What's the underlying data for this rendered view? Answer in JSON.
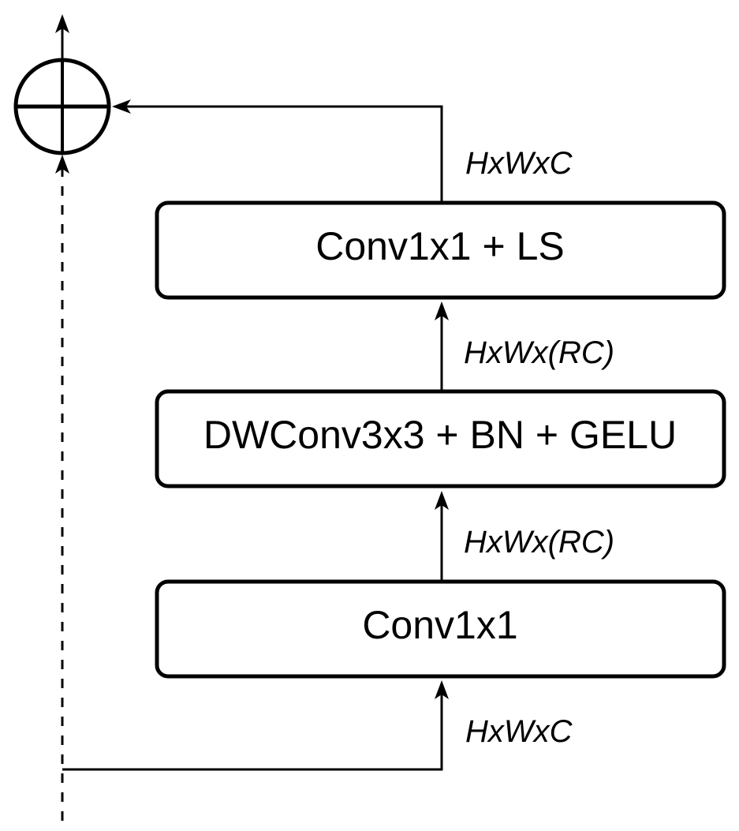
{
  "diagram": {
    "type": "residual-block",
    "blocks": [
      {
        "id": "conv1x1-ls",
        "label": "Conv1x1 + LS"
      },
      {
        "id": "dwconv",
        "label": "DWConv3x3 + BN + GELU"
      },
      {
        "id": "conv1x1",
        "label": "Conv1x1"
      }
    ],
    "edge_labels": {
      "input": "HxWxC",
      "after_conv1x1": "HxWx(RC)",
      "after_dwconv": "HxWx(RC)",
      "output": "HxWxC"
    },
    "sum_node": "add",
    "skip_connection": "dashed"
  }
}
